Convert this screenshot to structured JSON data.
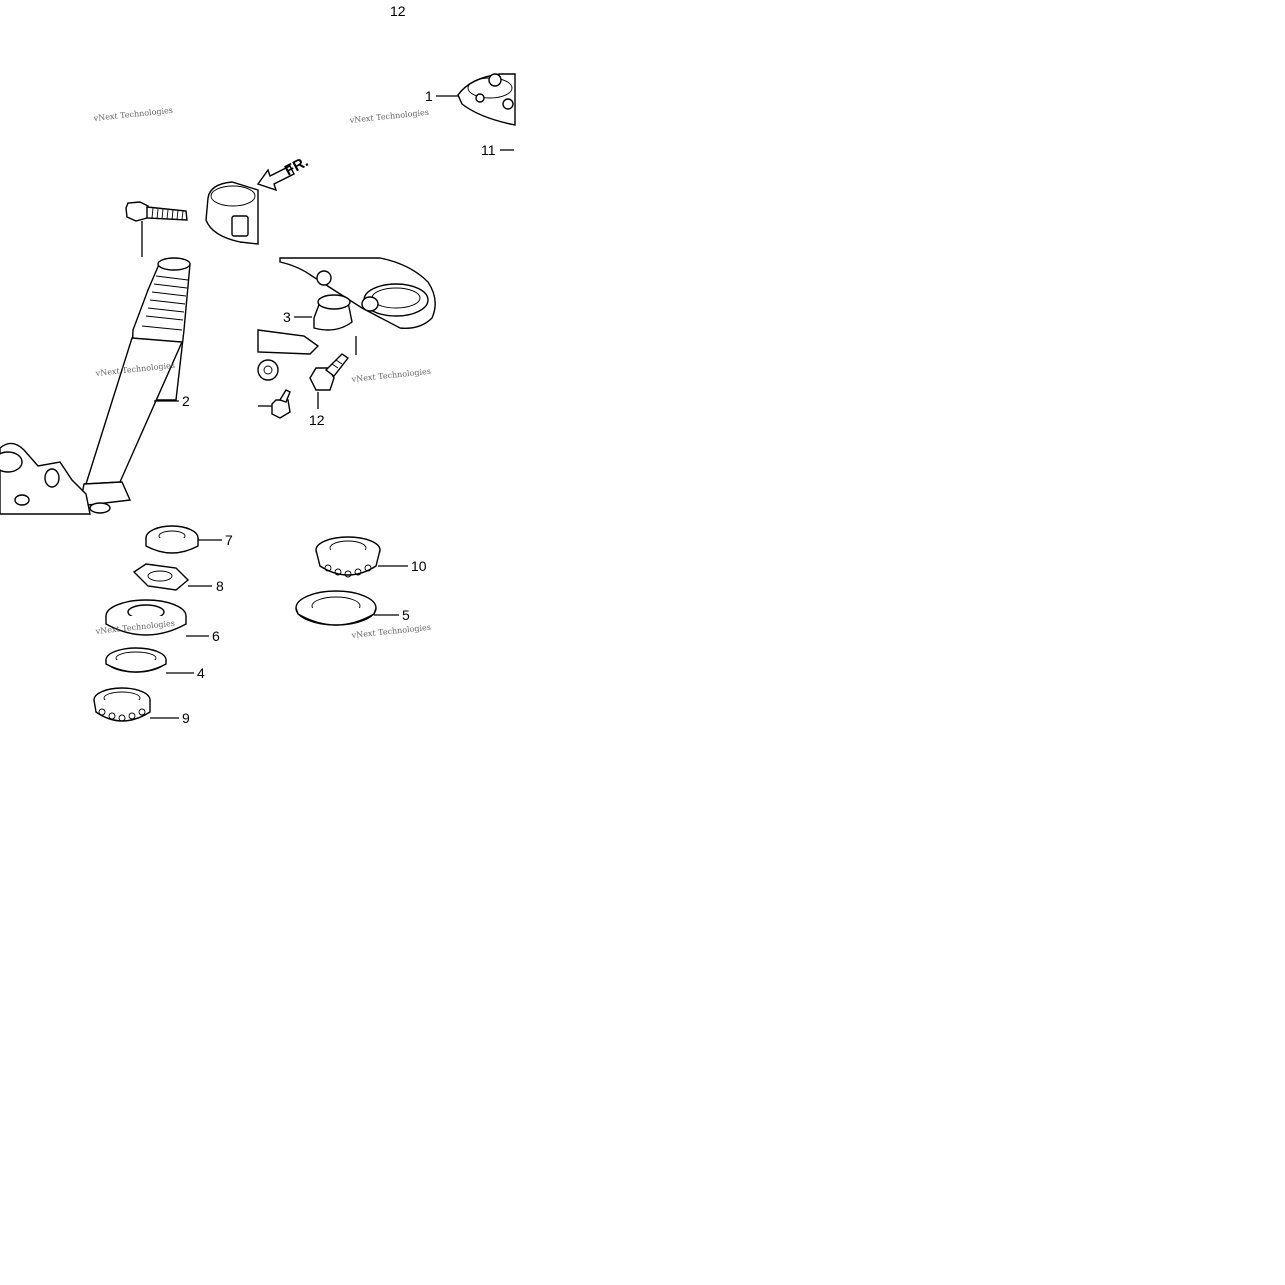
{
  "diagram": {
    "callouts": [
      {
        "id": "c12top",
        "label": "12"
      },
      {
        "id": "c1",
        "label": "1"
      },
      {
        "id": "c11",
        "label": "11"
      },
      {
        "id": "c3",
        "label": "3"
      },
      {
        "id": "c2",
        "label": "2"
      },
      {
        "id": "c12",
        "label": "12"
      },
      {
        "id": "c7",
        "label": "7"
      },
      {
        "id": "c8",
        "label": "8"
      },
      {
        "id": "c6",
        "label": "6"
      },
      {
        "id": "c4",
        "label": "4"
      },
      {
        "id": "c9",
        "label": "9"
      },
      {
        "id": "c10",
        "label": "10"
      },
      {
        "id": "c5",
        "label": "5"
      }
    ],
    "direction_label": "FR.",
    "watermark_text": "vNext Technologies"
  }
}
